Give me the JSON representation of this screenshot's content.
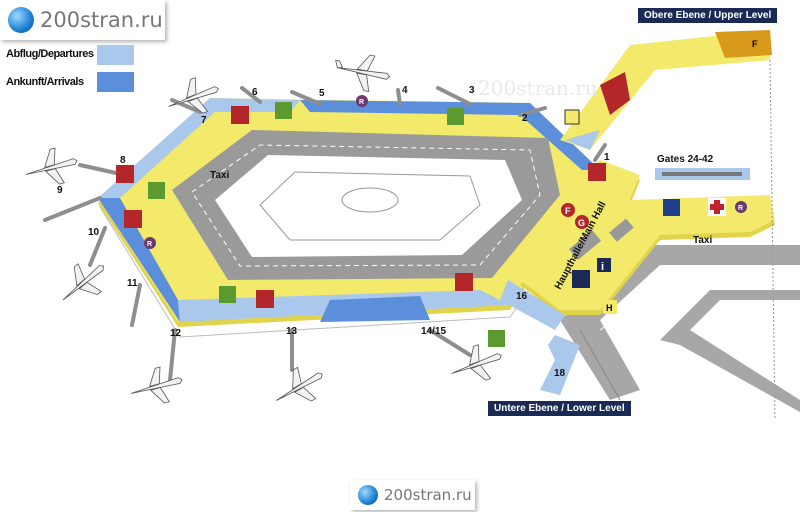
{
  "watermark": {
    "top": "200stran.ru",
    "middle": "200stran.ru",
    "bottom": "200stran.ru"
  },
  "legend": [
    {
      "label": "Abflug/Departures",
      "color": "#a9c8ec"
    },
    {
      "label": "Ankunft/Arrivals",
      "color": "#5b8fdc"
    }
  ],
  "levels": {
    "upper": "Obere Ebene / Upper Level",
    "lower": "Untere Ebene / Lower Level"
  },
  "labels": {
    "taxi_inner": "Taxi",
    "taxi_outer": "Taxi",
    "main_hall": "Haupthalle/Main Hall",
    "gates_block": "Gates 24-42"
  },
  "gates": [
    "1",
    "2",
    "3",
    "4",
    "5",
    "6",
    "7",
    "8",
    "9",
    "10",
    "11",
    "12",
    "13",
    "14/15",
    "16",
    "18"
  ],
  "markers": {
    "restaurant": "R",
    "f": "F",
    "g": "G",
    "h": "H",
    "info": "i",
    "upper_f": "F"
  },
  "colors": {
    "terminal": "#f3e96a",
    "apron": "#9a9a9a",
    "departures": "#a9c8ec",
    "arrivals": "#5b8fdc",
    "icon_red": "#b3262a",
    "icon_green": "#5a9a2e"
  }
}
